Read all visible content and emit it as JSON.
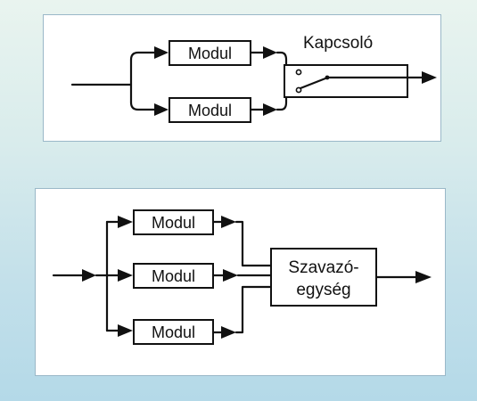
{
  "diagrams": {
    "switch": {
      "module_1": "Modul",
      "module_2": "Modul",
      "switch_label": "Kapcsoló"
    },
    "voter": {
      "module_1": "Modul",
      "module_2": "Modul",
      "module_3": "Modul",
      "voter_line_1": "Szavazó-",
      "voter_line_2": "egység"
    }
  }
}
